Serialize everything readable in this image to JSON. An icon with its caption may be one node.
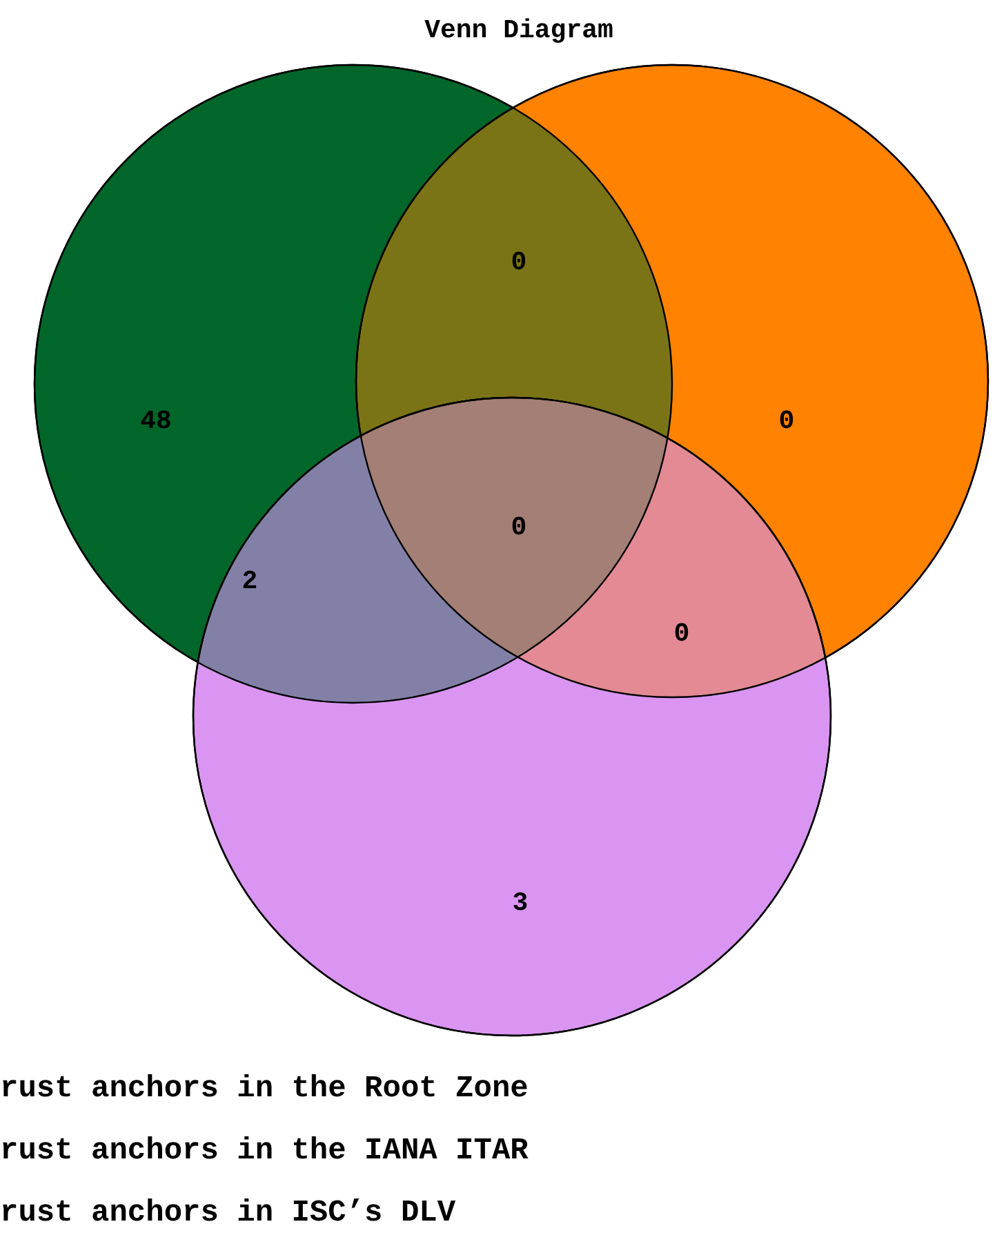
{
  "diagram": {
    "title": "Venn Diagram",
    "labels": [
      "0",
      "48",
      "0",
      "0",
      "2",
      "0",
      "3",
      "rust anchors in the Root Zone",
      "rust anchors in the IANA ITAR",
      "rust anchors in ISC’s DLV"
    ]
  }
}
